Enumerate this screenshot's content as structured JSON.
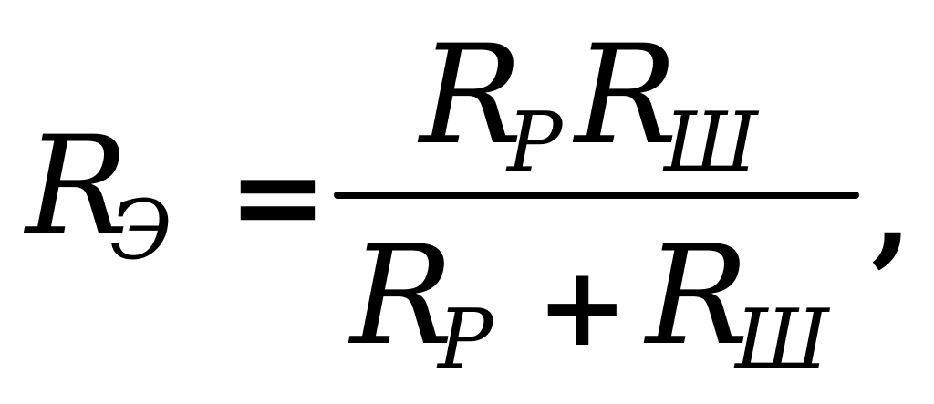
{
  "formula": {
    "lhs": {
      "symbol": "R",
      "subscript": "Э"
    },
    "equals": "=",
    "numerator": [
      {
        "symbol": "R",
        "subscript": "Р"
      },
      {
        "symbol": "R",
        "subscript": "Ш"
      }
    ],
    "denominator": {
      "left": {
        "symbol": "R",
        "subscript": "Р"
      },
      "operator": "+",
      "right": {
        "symbol": "R",
        "subscript": "Ш"
      }
    },
    "trailing": ","
  }
}
